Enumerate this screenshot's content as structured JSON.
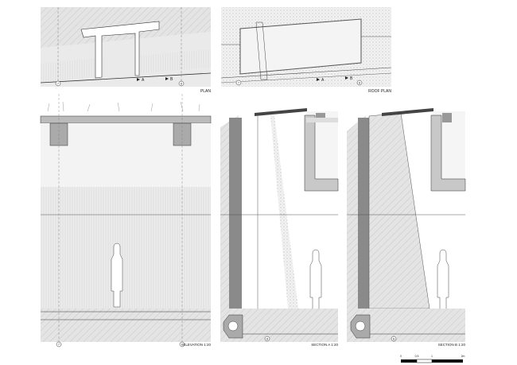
{
  "sheet": {
    "plan": {
      "title": "PLAN",
      "grid_marks": [
        "7",
        "8"
      ],
      "section_marks": [
        "A",
        "B"
      ]
    },
    "roof_plan": {
      "title": "ROOF PLAN",
      "grid_marks": [
        "7",
        "8"
      ],
      "section_marks": [
        "A",
        "B"
      ]
    },
    "elevation": {
      "title": "ELEVATION 1:20",
      "grid_marks": [
        "7",
        "8"
      ]
    },
    "section_a": {
      "title": "SECTION A 1:20",
      "grid_mark": "H"
    },
    "section_b": {
      "title": "SECTION B 1:20",
      "grid_mark": "H"
    },
    "scale_bar": {
      "labels": [
        "0",
        "0,5",
        "1",
        "2m"
      ]
    }
  },
  "colors": {
    "line": "#333333",
    "fill_light": "#e6e6e6",
    "fill_mid": "#c8c8c8",
    "fill_dark": "#8a8a8a"
  }
}
